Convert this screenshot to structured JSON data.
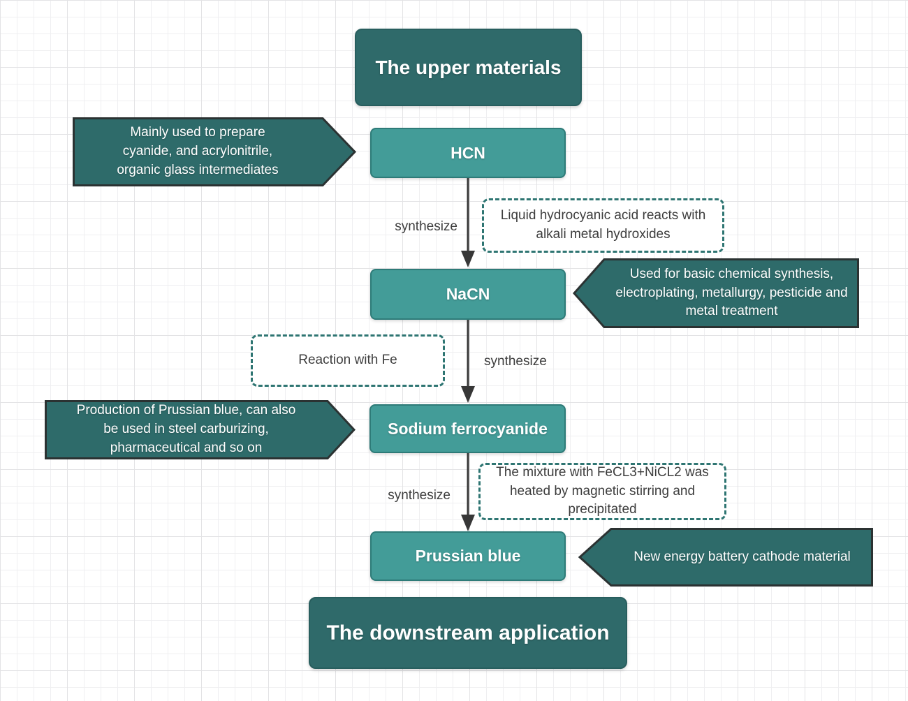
{
  "diagram": {
    "titles": {
      "top": "The upper materials",
      "bottom": "The downstream application"
    },
    "nodes": {
      "hcn": {
        "label": "HCN"
      },
      "nacn": {
        "label": "NaCN"
      },
      "sodium_ferrocyanide": {
        "label": "Sodium ferrocyanide"
      },
      "prussian_blue": {
        "label": "Prussian blue"
      }
    },
    "callouts": {
      "hcn_use": {
        "text": "Mainly used to prepare cyanide, and acrylonitrile, organic glass intermediates",
        "points": "right"
      },
      "nacn_use": {
        "text": "Used for basic chemical synthesis, electroplating, metallurgy, pesticide and metal treatment",
        "points": "left"
      },
      "sodium_ferrocyanide_use": {
        "text": "Production of Prussian blue, can also be used in steel carburizing, pharmaceutical and so on",
        "points": "right"
      },
      "prussian_blue_use": {
        "text": "New energy battery cathode material",
        "points": "left"
      }
    },
    "process_notes": {
      "hcn_to_nacn": "Liquid hydrocyanic acid reacts with alkali metal hydroxides",
      "nacn_to_sodium_ferrocyanide": "Reaction with Fe",
      "sodium_ferrocyanide_to_prussian_blue": "The mixture with FeCL3+NiCL2 was heated by magnetic stirring and precipitated"
    },
    "edge_labels": {
      "hcn_to_nacn": "synthesize",
      "nacn_to_sodium_ferrocyanide": "synthesize",
      "sodium_ferrocyanide_to_prussian_blue": "synthesize"
    },
    "colors": {
      "dark_teal": "#2f6a6a",
      "node_fill": "#439c98",
      "node_border": "#2e7b78",
      "callout_fill": "#2e6b6a",
      "callout_border": "#2b3232",
      "dashed_border": "#2e7572",
      "arrow": "#373737",
      "text_dark": "#3d3d3d",
      "text_light": "#ffffff"
    }
  }
}
